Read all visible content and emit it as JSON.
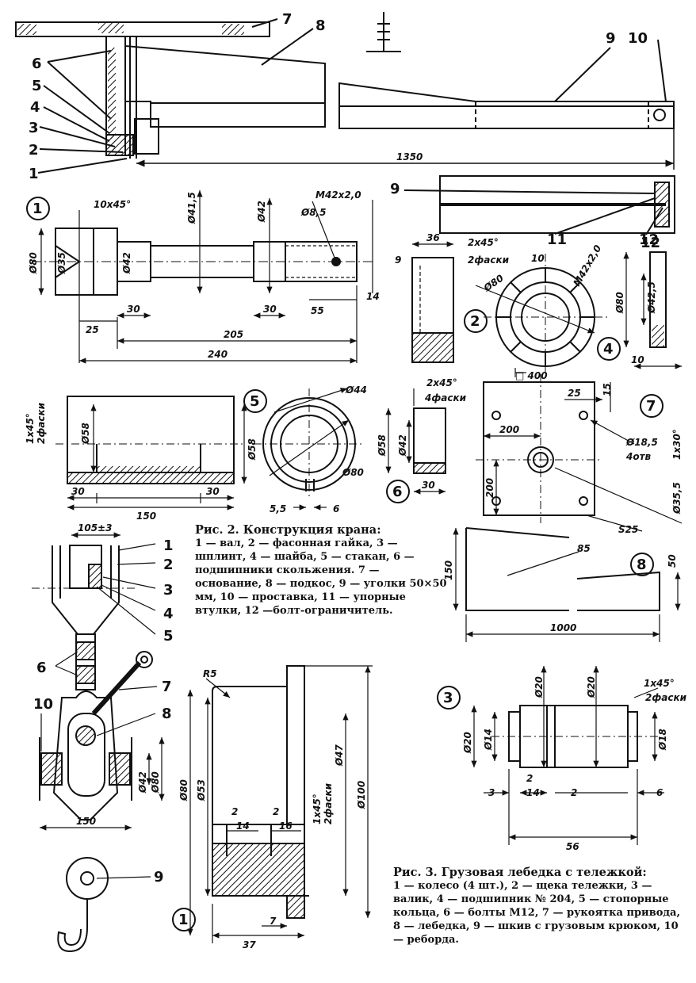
{
  "figure2": {
    "caption_title": "Рис. 2. Конструкция крана:",
    "caption_body": "1 — вал, 2 — фасонная гайка, 3 — шплинт, 4 — шайба, 5 — стакан, 6 — подшипники скольжения. 7 — основание, 8 — подкос, 9 — уголки 50×50 мм, 10 — проставка, 11 — упорные втулки, 12 —болт-ограничитель."
  },
  "figure3": {
    "caption_title": "Рис. 3. Грузовая лебедка с тележкой:",
    "caption_body": "1 — колесо (4 шт.), 2 — щека тележки, 3 — валик, 4 — подшипник № 204, 5 — стопорные кольца, 6 — болты М12, 7 — рукоятка привода, 8 — лебедка, 9 — шкив с грузовым крюком, 10 — реборда."
  },
  "crane": {
    "callouts": [
      "7",
      "8",
      "6",
      "5",
      "4",
      "3",
      "2",
      "1",
      "9",
      "10",
      "11",
      "12"
    ],
    "dim_length": "1350"
  },
  "part1_shaft": {
    "marker": "1",
    "dims": [
      "10x45°",
      "Ø41,5",
      "Ø42",
      "M42x2,0",
      "Ø8,5",
      "Ø80",
      "Ø35",
      "Ø42",
      "30",
      "30",
      "55",
      "14",
      "25",
      "205",
      "240"
    ]
  },
  "part2_nut": {
    "marker": "2",
    "dims": [
      "36",
      "2x45°",
      "2фаски",
      "9",
      "10",
      "Ø80",
      "M42x2,0"
    ]
  },
  "part4_washer": {
    "marker": "4",
    "dims": [
      "12",
      "Ø42,5",
      "Ø80",
      "10"
    ]
  },
  "part5_cup": {
    "marker": "5",
    "dims": [
      "1x45°",
      "2фаски",
      "Ø58",
      "Ø58",
      "30",
      "150",
      "30",
      "Ø44",
      "Ø80",
      "5,5",
      "6"
    ]
  },
  "part6_bearing": {
    "marker": "6",
    "dims": [
      "2x45°",
      "4фаски",
      "Ø58",
      "Ø42",
      "30"
    ]
  },
  "part7_base": {
    "marker": "7",
    "dims": [
      "□ 400",
      "25",
      "15",
      "200",
      "Ø18,5",
      "4отв",
      "200",
      "Ø35,5",
      "1x30°",
      "S25"
    ]
  },
  "part8_strut": {
    "marker": "8",
    "dims": [
      "150",
      "85",
      "50",
      "1000"
    ]
  },
  "winch": {
    "callouts": [
      "1",
      "2",
      "3",
      "4",
      "5",
      "6",
      "7",
      "8",
      "9",
      "10"
    ],
    "dims": [
      "105±3",
      "150",
      "Ø42",
      "Ø80"
    ]
  },
  "wheel": {
    "marker": "1",
    "dims": [
      "R5",
      "Ø80",
      "Ø53",
      "2",
      "14",
      "2",
      "16",
      "1x45°",
      "2фаски",
      "Ø47",
      "Ø100",
      "7",
      "37"
    ]
  },
  "part3_roller": {
    "marker": "3",
    "dims": [
      "Ø20",
      "Ø20",
      "1x45°",
      "2фаски",
      "Ø20",
      "Ø14",
      "Ø18",
      "2",
      "3",
      "14",
      "2",
      "6",
      "56"
    ]
  },
  "palette": {
    "ink": "#111111",
    "paper": "#ffffff"
  }
}
